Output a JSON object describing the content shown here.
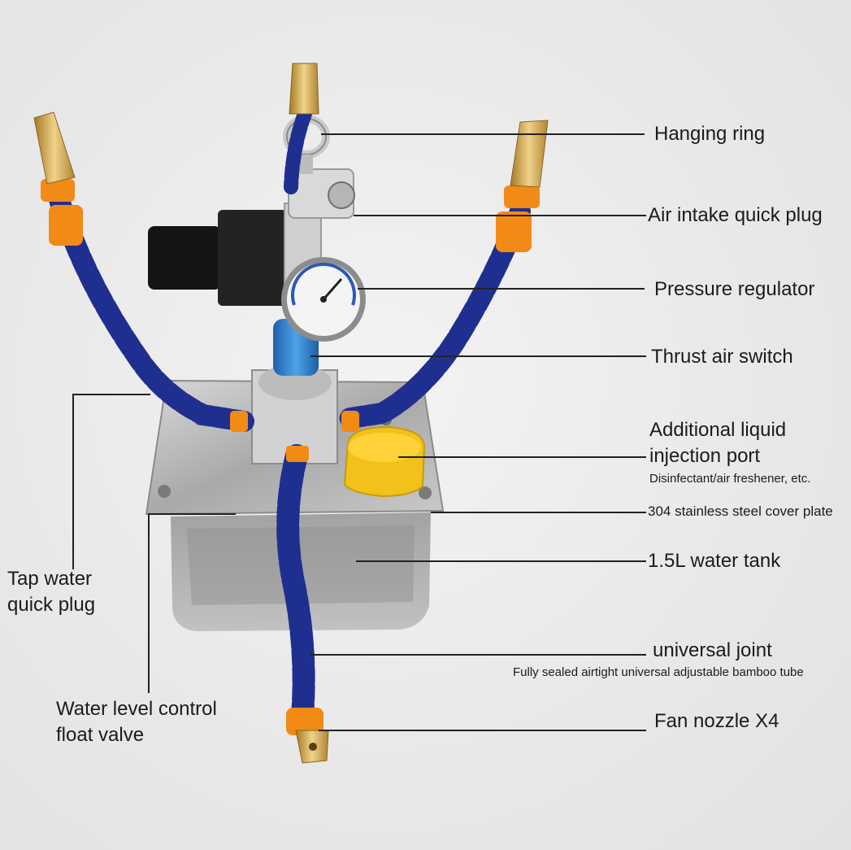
{
  "labels": {
    "hanging_ring": "Hanging ring",
    "air_intake": "Air intake quick plug",
    "pressure_regulator": "Pressure regulator",
    "thrust_air_switch": "Thrust air switch",
    "liquid_port_line1": "Additional liquid",
    "liquid_port_line2": "injection port",
    "liquid_port_note": "Disinfectant/air freshener, etc.",
    "cover_plate": "304 stainless steel cover plate",
    "water_tank": "1.5L water tank",
    "universal_joint": "universal joint",
    "universal_joint_note": "Fully sealed airtight universal adjustable bamboo tube",
    "fan_nozzle": "Fan nozzle X4",
    "tap_water_line1": "Tap water",
    "tap_water_line2": "quick plug",
    "float_valve_line1": "Water level control",
    "float_valve_line2": "float valve"
  },
  "colors": {
    "hose_blue": "#1f2f8f",
    "segment_orange": "#f28a16",
    "brass": "#c9a24a",
    "cap_yellow": "#f2c21a",
    "steel": "#b9b9b9"
  },
  "icons": [
    "pressure-gauge-icon",
    "regulator-knob-icon",
    "hanging-ring-icon"
  ]
}
